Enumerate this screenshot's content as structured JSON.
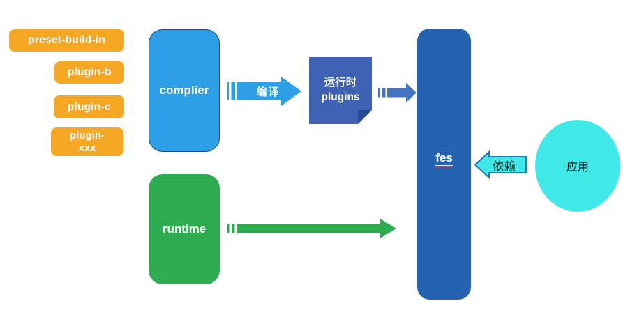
{
  "diagram": {
    "plugins_stack": [
      {
        "label": "preset-build-in"
      },
      {
        "label": "plugin-b"
      },
      {
        "label": "plugin-c"
      },
      {
        "label": "plugin-xxx"
      }
    ],
    "nodes": {
      "complier": {
        "label": "complier"
      },
      "runtime_plugins": {
        "label": "运行时 plugins"
      },
      "fes": {
        "label": "fes"
      },
      "runtime": {
        "label": "runtime"
      },
      "app": {
        "label": "应用"
      }
    },
    "arrows": {
      "compile": {
        "label": "编译",
        "direction": "right"
      },
      "plugins_to_fes": {
        "label": "",
        "direction": "right"
      },
      "runtime_to_fes": {
        "label": "",
        "direction": "right"
      },
      "depends": {
        "label": "依赖",
        "direction": "left"
      }
    },
    "colors": {
      "orange": "#f5a623",
      "light_blue": "#2d9fe6",
      "complier_border": "#27477a",
      "indigo": "#3f62b5",
      "indigo_fold": "#2a4a96",
      "arrow_blue": "#4472c4",
      "fes_blue": "#2563b0",
      "green": "#2fac52",
      "cyan": "#40e8e8",
      "depend_border": "#2e75b6",
      "squiggle_red": "#e03131"
    }
  }
}
